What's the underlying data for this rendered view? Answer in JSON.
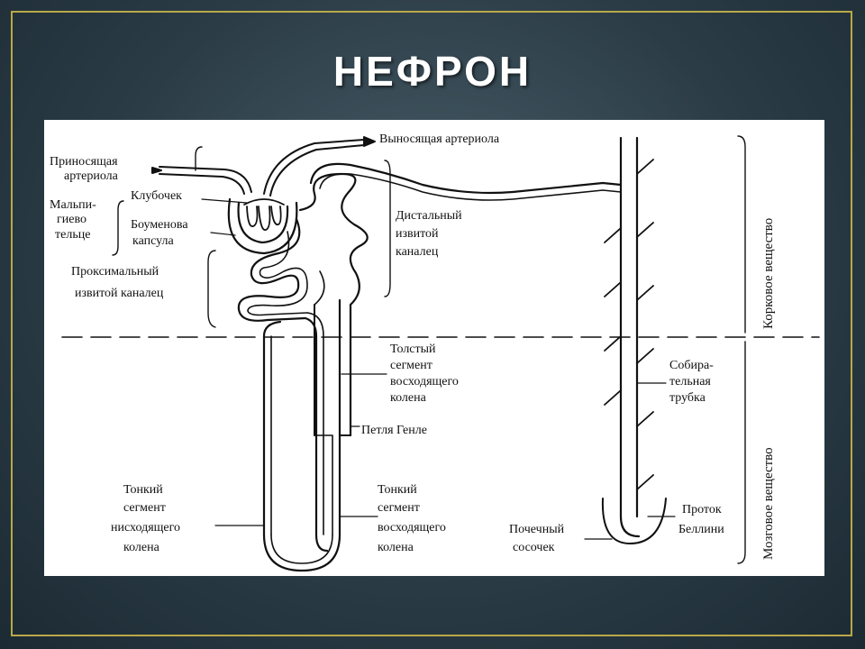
{
  "title": "НЕФРОН",
  "labels": {
    "afferent_1": "Приносящая",
    "afferent_2": "артериола",
    "efferent": "Выносящая артериола",
    "malpighian_1": "Мальпи-",
    "malpighian_2": "гиево",
    "malpighian_3": "тельце",
    "glomerulus": "Клубочек",
    "bowman_1": "Боуменова",
    "bowman_2": "капсула",
    "proximal_1": "Проксимальный",
    "proximal_2": "извитой каналец",
    "distal_1": "Дистальный",
    "distal_2": "извитой",
    "distal_3": "каналец",
    "thick_1": "Толстый",
    "thick_2": "сегмент",
    "thick_3": "восходящего",
    "thick_4": "колена",
    "henle": "Петля Генле",
    "thin_desc_1": "Тонкий",
    "thin_desc_2": "сегмент",
    "thin_desc_3": "нисходящего",
    "thin_desc_4": "колена",
    "thin_asc_1": "Тонкий",
    "thin_asc_2": "сегмент",
    "thin_asc_3": "восходящего",
    "thin_asc_4": "колена",
    "collecting_1": "Собира-",
    "collecting_2": "тельная",
    "collecting_3": "трубка",
    "papilla_1": "Почечный",
    "papilla_2": "сосочек",
    "bellini_1": "Проток",
    "bellini_2": "Беллини",
    "cortex": "Корковое вещество",
    "medulla": "Мозговое вещество"
  }
}
